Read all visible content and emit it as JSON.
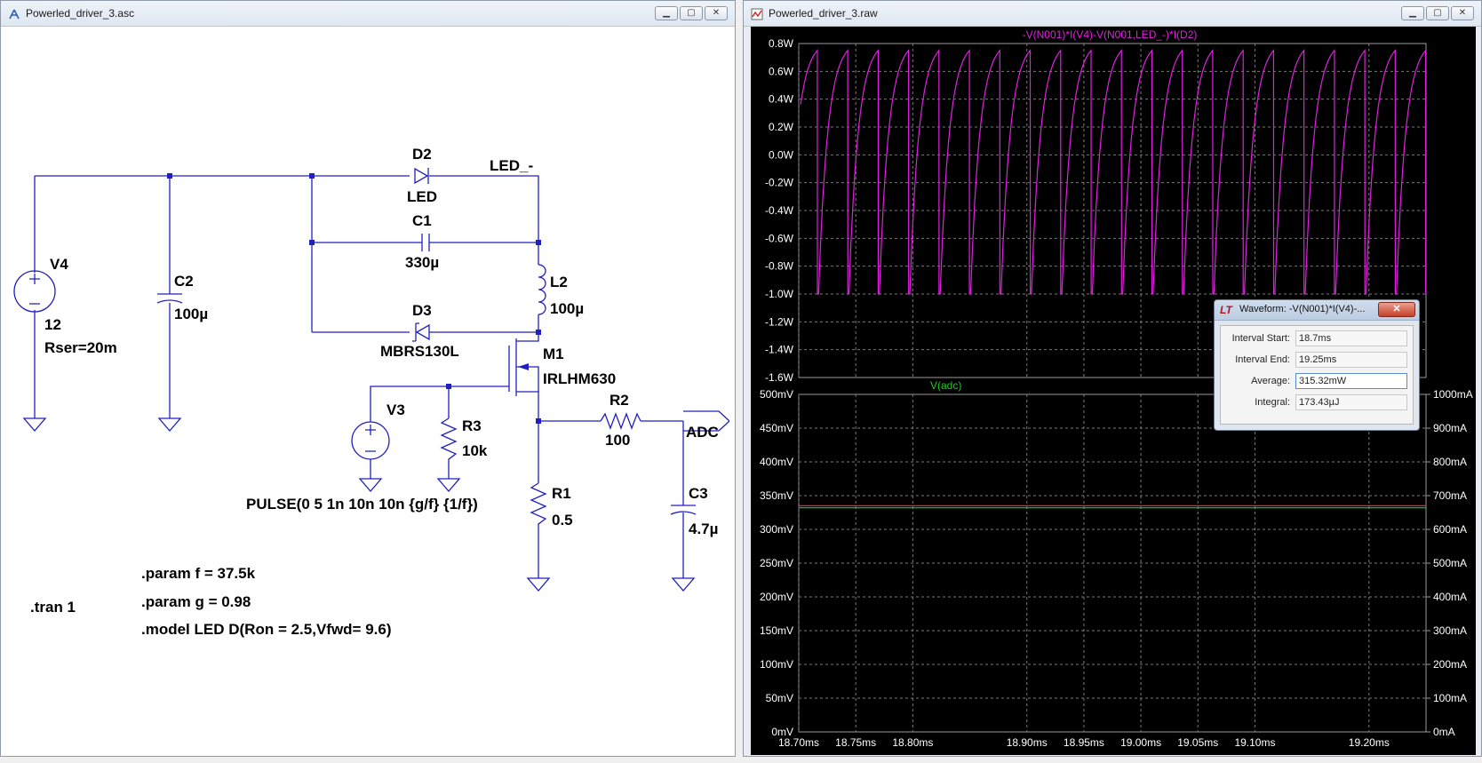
{
  "schematic_window": {
    "title": "Powerled_driver_3.asc",
    "labels": {
      "V4": "V4",
      "V4_value": "12",
      "V4_rser": "Rser=20m",
      "C2": "C2",
      "C2_value": "100µ",
      "D2": "D2",
      "D2_model": "LED",
      "LED_net": "LED_-",
      "C1": "C1",
      "C1_value": "330µ",
      "L2": "L2",
      "L2_value": "100µ",
      "D3": "D3",
      "D3_model": "MBRS130L",
      "M1": "M1",
      "M1_model": "IRLHM630",
      "V3": "V3",
      "V3_value": "PULSE(0 5 1n 10n 10n {g/f} {1/f})",
      "R3": "R3",
      "R3_value": "10k",
      "R2": "R2",
      "R2_value": "100",
      "ADC": "ADC",
      "R1": "R1",
      "R1_value": "0.5",
      "C3": "C3",
      "C3_value": "4.7µ"
    },
    "directives": {
      "tran": ".tran 1",
      "param_f": ".param f = 37.5k",
      "param_g": ".param g = 0.98",
      "model": ".model LED D(Ron = 2.5,Vfwd= 9.6)"
    }
  },
  "waveform_window": {
    "title": "Powerled_driver_3.raw",
    "top_pane": {
      "trace_label": "-V(N001)*I(V4)-V(N001,LED_-)*I(D2)",
      "trace_color": "#e020e0",
      "y_ticks": [
        "0.8W",
        "0.6W",
        "0.4W",
        "0.2W",
        "0.0W",
        "-0.2W",
        "-0.4W",
        "-0.6W",
        "-0.8W",
        "-1.0W",
        "-1.2W",
        "-1.4W",
        "-1.6W"
      ]
    },
    "bottom_pane": {
      "trace_label": "V(adc)",
      "trace_color": "#22cc22",
      "second_trace_color": "#e03030",
      "y_ticks_left": [
        "500mV",
        "450mV",
        "400mV",
        "350mV",
        "300mV",
        "250mV",
        "200mV",
        "150mV",
        "100mV",
        "50mV",
        "0mV"
      ],
      "y_ticks_right": [
        "1000mA",
        "900mA",
        "800mA",
        "700mA",
        "600mA",
        "500mA",
        "400mA",
        "300mA",
        "200mA",
        "100mA",
        "0mA"
      ]
    },
    "x_ticks": [
      "18.70ms",
      "18.75ms",
      "18.80ms",
      "18.90ms",
      "18.95ms",
      "19.00ms",
      "19.05ms",
      "19.10ms",
      "19.20ms"
    ]
  },
  "waveform_dialog": {
    "logo": "LT",
    "title": "Waveform: -V(N001)*I(V4)-...",
    "close": "✕",
    "rows": [
      {
        "label": "Interval Start:",
        "value": "18.7ms"
      },
      {
        "label": "Interval End:",
        "value": "19.25ms"
      },
      {
        "label": "Average:",
        "value": "315.32mW"
      },
      {
        "label": "Integral:",
        "value": "173.43µJ"
      }
    ]
  },
  "chart_data": {
    "type": "line",
    "x_range_ms": [
      18.7,
      19.25
    ],
    "panes": [
      {
        "ylabel": "",
        "series": [
          {
            "name": "-V(N001)*I(V4)-V(N001,LED_-)*I(D2)",
            "shape": "sawtooth",
            "min_W": -1.0,
            "max_W": 0.75,
            "period_ms": 0.02667
          }
        ],
        "ylim": [
          -1.6,
          0.8
        ]
      },
      {
        "series": [
          {
            "name": "V(adc)",
            "value_mV": 332
          },
          {
            "value_mA": 670
          }
        ],
        "ylim_mV": [
          0,
          500
        ],
        "ylim_mA": [
          0,
          1000
        ]
      }
    ],
    "grid": true
  }
}
